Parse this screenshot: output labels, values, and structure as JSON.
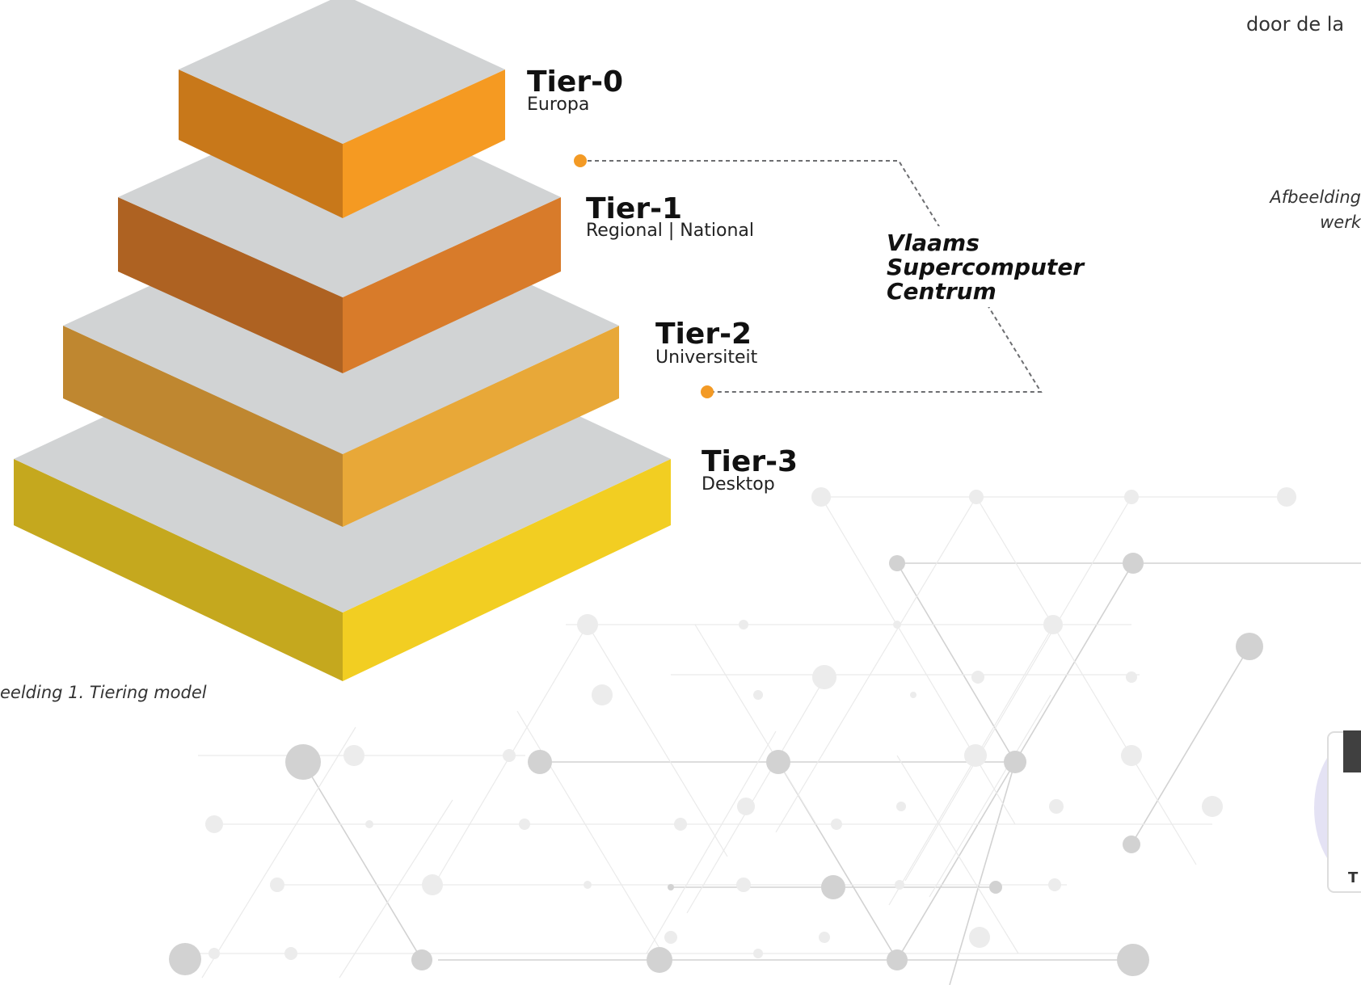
{
  "tiers": [
    {
      "name": "Tier-0",
      "sub": "Europa"
    },
    {
      "name": "Tier-1",
      "sub": "Regional | National"
    },
    {
      "name": "Tier-2",
      "sub": "Universiteit"
    },
    {
      "name": "Tier-3",
      "sub": "Desktop"
    }
  ],
  "bracket_label": [
    "Vlaams",
    "Supercomputer",
    "Centrum"
  ],
  "caption_left": "eelding 1. Tiering model",
  "caption_right": [
    "Afbeelding",
    "werk"
  ],
  "top_fragment": "door de la",
  "card_fragment": "T",
  "colors": {
    "tier0_left": "#C8781A",
    "tier0_right": "#F59A22",
    "tier1_left": "#AE6222",
    "tier1_right": "#D87B2A",
    "tier2_left": "#BF8730",
    "tier2_right": "#E8A838",
    "tier3_left": "#C5A81E",
    "tier3_right": "#F2CE22",
    "top_face": "#D1D3D4",
    "accent_dot": "#F39A25",
    "network": "#C8C8C8"
  }
}
